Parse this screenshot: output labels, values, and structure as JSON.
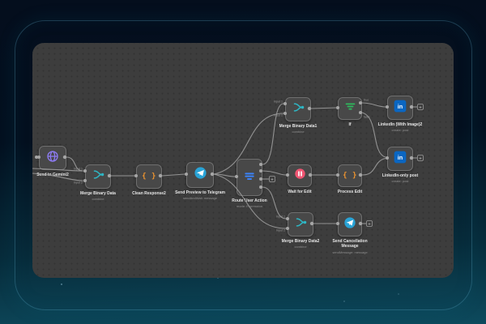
{
  "app": {
    "type": "workflow-editor-canvas"
  },
  "ui": {
    "plus": "+"
  },
  "port_labels": {
    "input1": "Input 1",
    "input2": "Input 2",
    "if_true": "true",
    "if_false": "false"
  },
  "colors": {
    "canvas_bg": "#3d3d3d",
    "node_bg": "#484848",
    "node_border": "#6f6f6f",
    "wire": "#9b9b9b",
    "frame_glow": "#5aa9c8",
    "bg_top": "#040e1d",
    "bg_bottom": "#0d4a5d",
    "globe": "#8d7bf2",
    "merge": "#2eb6c4",
    "code": "#f0952f",
    "telegram": "#29a3d6",
    "switch": "#3b82f6",
    "filter": "#2eb85c",
    "pause": "#ef5572",
    "linkedin": "#0a66c2"
  },
  "nodes": [
    {
      "id": "send-to-gemini2",
      "label": "Send to Gemini2",
      "subtitle": "",
      "icon": "globe-icon"
    },
    {
      "id": "merge-binary-data",
      "label": "Merge Binary Data",
      "subtitle": "combine",
      "icon": "merge-icon"
    },
    {
      "id": "clean-response2",
      "label": "Clean Response2",
      "subtitle": "",
      "icon": "code-icon"
    },
    {
      "id": "send-preview-to-telegram",
      "label": "Send Preview to Telegram",
      "subtitle": "sendAndWait: message",
      "icon": "telegram-icon"
    },
    {
      "id": "route-user-action",
      "label": "Route User Action",
      "subtitle": "mode: Expression",
      "icon": "switch-icon"
    },
    {
      "id": "merge-binary-data1",
      "label": "Merge Binary Data1",
      "subtitle": "combine",
      "icon": "merge-icon"
    },
    {
      "id": "if",
      "label": "If",
      "subtitle": "",
      "icon": "filter-icon"
    },
    {
      "id": "linkedin-with-image2",
      "label": "LinkedIn (With Image)2",
      "subtitle": "create: post",
      "icon": "linkedin-icon"
    },
    {
      "id": "linkedin-only-post",
      "label": "LinkedIn-only post",
      "subtitle": "create: post",
      "icon": "linkedin-icon"
    },
    {
      "id": "wait-for-edit",
      "label": "Wait for Edit",
      "subtitle": "",
      "icon": "pause-icon"
    },
    {
      "id": "process-edit",
      "label": "Process Edit",
      "subtitle": "",
      "icon": "code-icon"
    },
    {
      "id": "merge-binary-data2",
      "label": "Merge Binary Data2",
      "subtitle": "combine",
      "icon": "merge-icon"
    },
    {
      "id": "send-cancellation-message",
      "label": "Send Cancellation Message",
      "subtitle": "sendMessage: message",
      "icon": "telegram-icon"
    }
  ]
}
